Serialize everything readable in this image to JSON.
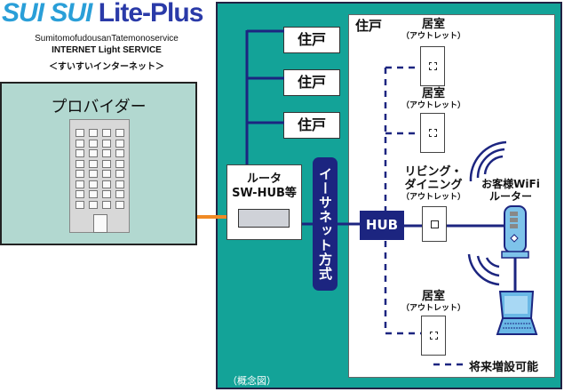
{
  "logo": {
    "brand": "SUI SUI",
    "product": "Lite-Plus",
    "company": "SumitomofudousanTatemonoservice",
    "service": "INTERNET Light SERVICE",
    "nickname": "＜すいすいインターネット＞"
  },
  "provider": {
    "title": "プロバイダー"
  },
  "building": {
    "units": [
      "住戸",
      "住戸",
      "住戸"
    ],
    "router_label_1": "ルータ",
    "router_label_2": "SW-HUB等",
    "ethernet_label": "イーサネット方式",
    "caption": "（概念図）"
  },
  "unit_detail": {
    "title": "住戸",
    "hub": "HUB",
    "rooms": [
      {
        "name": "居室",
        "sub": "（アウトレット）"
      },
      {
        "name": "居室",
        "sub": "（アウトレット）"
      },
      {
        "name": "リビング・ダイニング",
        "name_1": "リビング・",
        "name_2": "ダイニング",
        "sub": "（アウトレット）"
      },
      {
        "name": "居室",
        "sub": "（アウトレット）"
      }
    ],
    "wifi_router_1": "お客様WiFi",
    "wifi_router_2": "ルーター",
    "legend": "将来増設可能"
  },
  "colors": {
    "teal": "#13a398",
    "navy": "#1c2580",
    "orange": "#f08a24",
    "provider_bg": "#b2d8d0"
  }
}
